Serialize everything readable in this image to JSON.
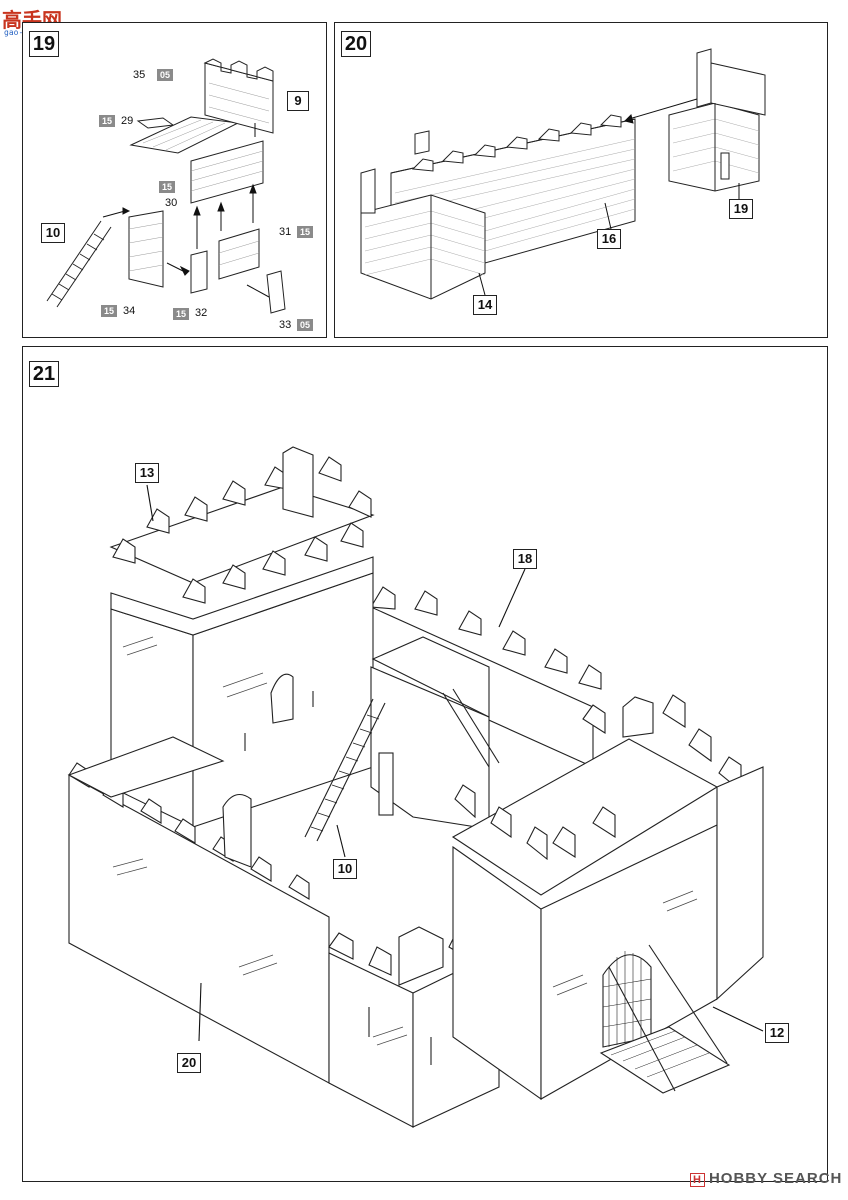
{
  "site_logo": {
    "text": "高手网",
    "subtitle": "gao-shou.com"
  },
  "watermark": {
    "brand": "H",
    "text": "HOBBY SEARCH"
  },
  "step19": {
    "number": "19",
    "parts": {
      "p35": "35",
      "p29": "29",
      "p30": "30",
      "p31": "31",
      "p32": "32",
      "p33": "33",
      "p34": "34",
      "p9": "9",
      "p10": "10"
    },
    "tags": {
      "t35": "05",
      "t29": "15",
      "t30": "15",
      "t31": "15",
      "t32": "15",
      "t33": "05",
      "t34": "15"
    }
  },
  "step20": {
    "number": "20",
    "parts": {
      "p14": "14",
      "p16": "16",
      "p19": "19"
    }
  },
  "step21": {
    "number": "21",
    "parts": {
      "p13": "13",
      "p18": "18",
      "p10": "10",
      "p20": "20",
      "p12": "12"
    }
  }
}
